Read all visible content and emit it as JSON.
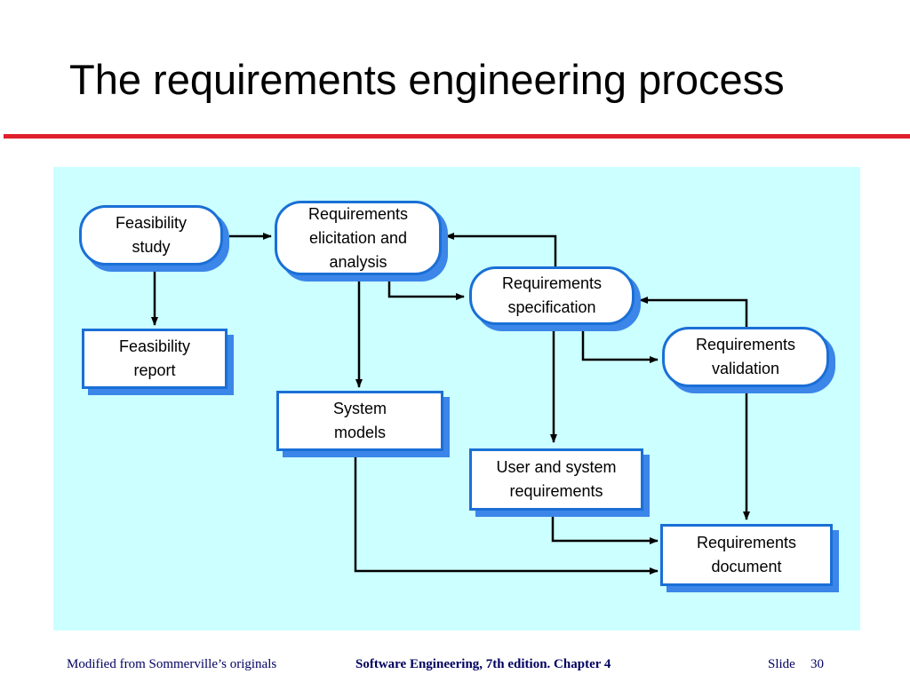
{
  "slide": {
    "title": "The requirements engineering process"
  },
  "diagram": {
    "nodes": {
      "feasibility_study": "Feasibility\nstudy",
      "elicitation": "Requirements\nelicitation and\nanalysis",
      "specification": "Requirements\nspecification",
      "validation": "Requirements\nvalidation",
      "feasibility_report": "Feasibility\nreport",
      "system_models": "System\nmodels",
      "user_system_requirements": "User and system\nrequirements",
      "requirements_document": "Requirements\ndocument"
    },
    "colors": {
      "panel_background": "#ccffff",
      "node_border": "#1a6fd6",
      "node_shadow": "#3b86e8",
      "title_rule": "#e0202c",
      "arrow": "#000000"
    }
  },
  "footer": {
    "left": "Modified from Sommerville’s originals",
    "center": "Software Engineering, 7th edition. Chapter 4",
    "slide_label": "Slide",
    "slide_number": "30"
  }
}
